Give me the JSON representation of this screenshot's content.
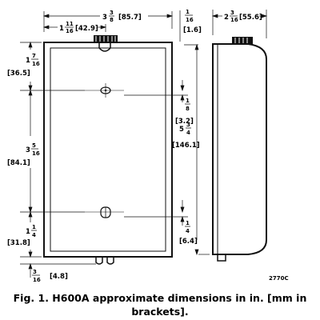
{
  "diagram": {
    "dimensions": {
      "width_front": {
        "whole": "3",
        "num": "3",
        "den": "8",
        "mm": "[85.7]"
      },
      "offset_knob": {
        "whole": "1",
        "num": "11",
        "den": "16",
        "mm": "[42.9]"
      },
      "top_rib": {
        "whole": "",
        "num": "1",
        "den": "16",
        "mm": "[1.6]"
      },
      "depth_side": {
        "whole": "2",
        "num": "3",
        "den": "16",
        "mm": "[55.6]"
      },
      "top_to_hole": {
        "whole": "1",
        "num": "7",
        "den": "16",
        "mm": "[36.5]"
      },
      "hole_spacing": {
        "whole": "3",
        "num": "5",
        "den": "16",
        "mm": "[84.1]"
      },
      "bottom_to_hole": {
        "whole": "1",
        "num": "1",
        "den": "4",
        "mm": "[31.8]"
      },
      "foot": {
        "whole": "",
        "num": "3",
        "den": "16",
        "mm": "[4.8]"
      },
      "upper_hole": {
        "whole": "",
        "num": "1",
        "den": "8",
        "mm": "[3.2]"
      },
      "lower_hole": {
        "whole": "",
        "num": "1",
        "den": "4",
        "mm": "[6.4]"
      },
      "height_total": {
        "whole": "5",
        "num": "3",
        "den": "4",
        "mm": "[146.1]"
      }
    },
    "drawing_number": "2770C",
    "caption": "Fig. 1. H600A approximate dimensions in in. [mm in brackets]."
  }
}
